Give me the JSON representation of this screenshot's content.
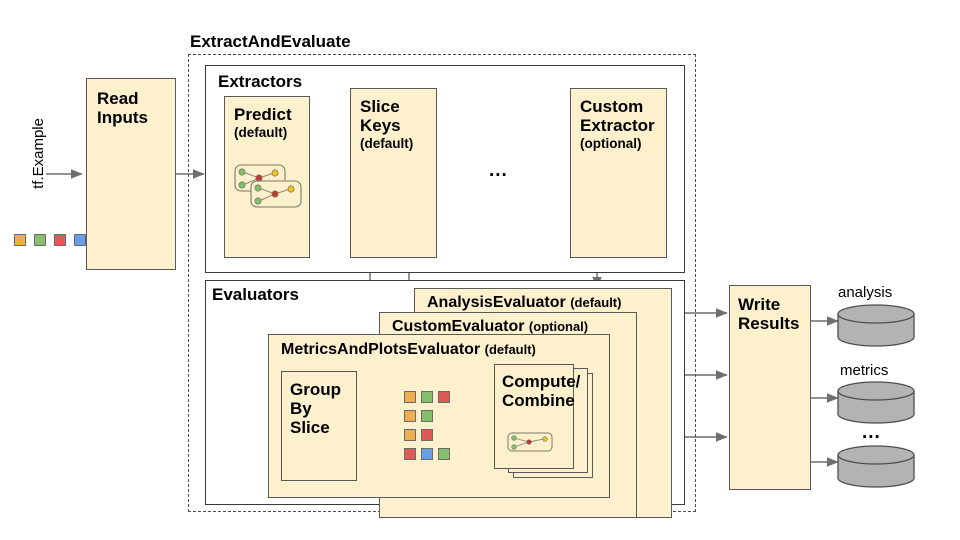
{
  "diagram": {
    "title": "ExtractAndEvaluate",
    "input_label": "tf.Example",
    "read_inputs": "Read Inputs",
    "sections": {
      "extractors": "Extractors",
      "evaluators": "Evaluators"
    },
    "extractors": [
      {
        "name": "Predict",
        "qualifier": "(default)"
      },
      {
        "name": "Slice Keys",
        "qualifier": "(default)"
      },
      {
        "ellipsis": "..."
      },
      {
        "name": "Custom Extractor",
        "qualifier": "(optional)"
      }
    ],
    "evaluators": [
      {
        "name": "AnalysisEvaluator",
        "qualifier": "(default)"
      },
      {
        "name": "CustomEvaluator",
        "qualifier": "(optional)"
      },
      {
        "name": "MetricsAndPlotsEvaluator",
        "qualifier": "(default)"
      }
    ],
    "metrics_inner": {
      "group_by_slice": "Group By Slice",
      "compute_combine": "Compute/ Combine"
    },
    "write_results": "Write Results",
    "outputs": [
      {
        "label": "analysis"
      },
      {
        "label": "metrics"
      },
      {
        "label": "..."
      }
    ],
    "legend_chips": [
      "#f0ad4e",
      "#86bf6b",
      "#dd5a55",
      "#6a9de8"
    ],
    "slice_grid": [
      [
        "#f0ad4e",
        "#86bf6b",
        "#dd5a55"
      ],
      [
        "#f0ad4e",
        "#86bf6b"
      ],
      [
        "#f0ad4e",
        "#dd5a55"
      ],
      [
        "#dd5a55",
        "#6a9de8",
        "#86bf6b"
      ]
    ],
    "colors": {
      "box_fill": "#fdf0cd",
      "box_stroke": "#5a5a5a",
      "cylinder_fill": "#b3b3b3",
      "cylinder_stroke": "#4d4d4d",
      "arrow": "#6f6f6f",
      "background": "#ffffff"
    }
  }
}
